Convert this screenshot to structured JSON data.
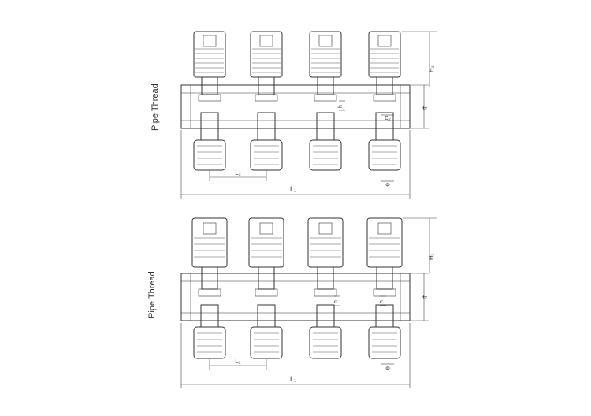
{
  "drawings": [
    {
      "id": "top",
      "labels": {
        "thread": "Pipe Thread",
        "L1": "L₁",
        "L2": "L₂",
        "H1": "H₁",
        "phi": "Φ",
        "D2": "D₂",
        "h": "h"
      }
    },
    {
      "id": "bottom",
      "labels": {
        "thread": "Pipe Thread",
        "L1": "L₁",
        "L2": "L₂",
        "H1": "H₁",
        "phi": "Φ",
        "h": "h"
      }
    }
  ],
  "colors": {
    "line": "#333333",
    "background": "#ffffff"
  }
}
